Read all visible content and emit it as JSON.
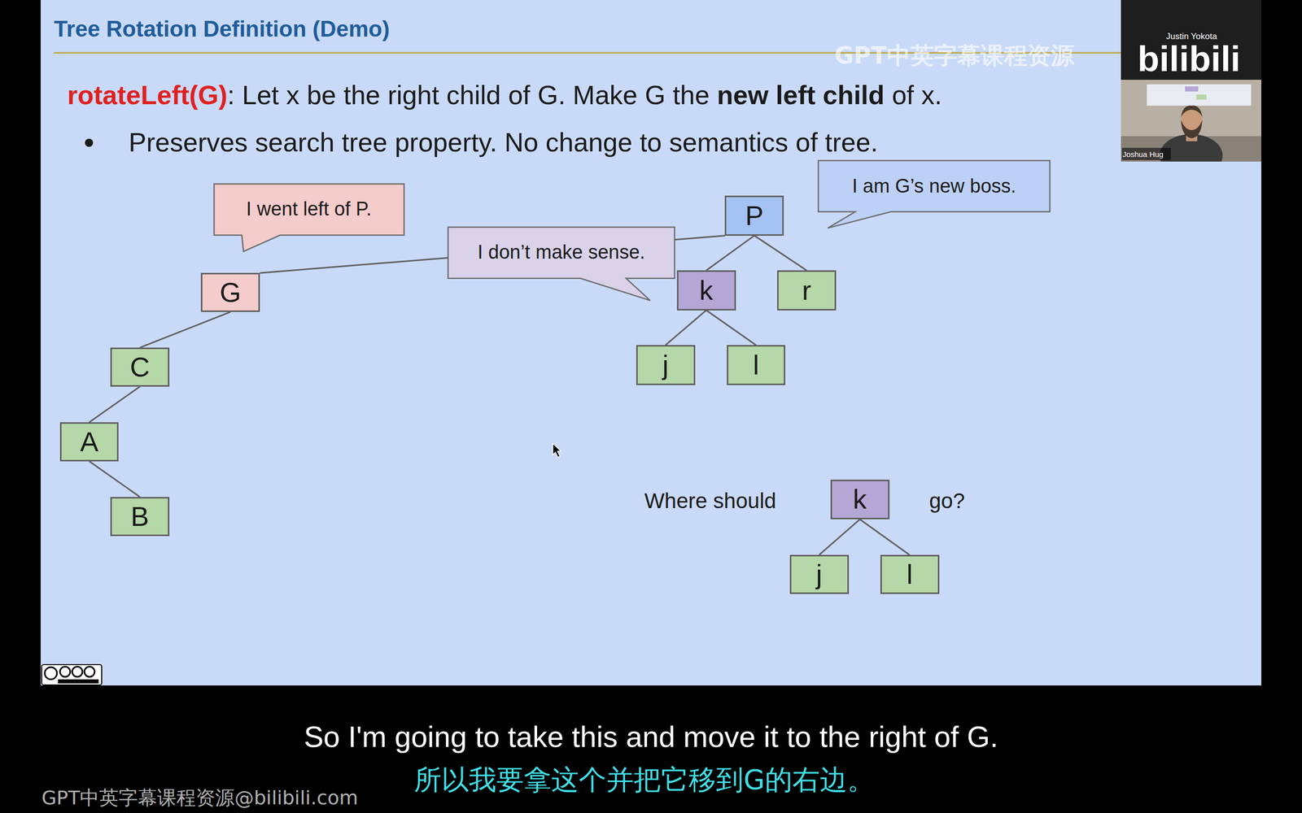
{
  "diagram": {
    "title": "Tree Rotation Definition (Demo)",
    "nodes": [
      {
        "text": [
          "I went left of P."
        ]
      },
      {
        "text": [
          "I am G’s new boss."
        ]
      },
      {
        "text": [
          "P"
        ]
      },
      {
        "text": [
          "I don’t make sense."
        ]
      },
      {
        "text": [
          "G"
        ]
      },
      {
        "text": [
          "k"
        ]
      },
      {
        "text": [
          "r"
        ]
      },
      {
        "text": [
          "C"
        ]
      },
      {
        "text": [
          "j"
        ]
      },
      {
        "text": [
          "l"
        ]
      },
      {
        "text": [
          "A"
        ]
      },
      {
        "text": [
          "k"
        ]
      },
      {
        "text": [
          "B"
        ]
      },
      {
        "text": [
          "j"
        ]
      },
      {
        "text": [
          "l"
        ]
      }
    ],
    "edges": [
      {
        "from": 2,
        "to": 4,
        "arrow": "none"
      },
      {
        "from": 2,
        "to": 5,
        "arrow": "none"
      },
      {
        "from": 2,
        "to": 6,
        "arrow": "none"
      },
      {
        "from": 4,
        "to": 7,
        "arrow": "none"
      },
      {
        "from": 5,
        "to": 8,
        "arrow": "none"
      },
      {
        "from": 5,
        "to": 9,
        "arrow": "none"
      },
      {
        "from": 7,
        "to": 10,
        "arrow": "none"
      },
      {
        "from": 10,
        "to": 12,
        "arrow": "none"
      },
      {
        "from": 11,
        "to": 13,
        "arrow": "none"
      },
      {
        "from": 11,
        "to": 14,
        "arrow": "none"
      }
    ],
    "labels": [
      "rotateLeft(G)",
      ": Let x be the right child of G. Make G the",
      "new left child",
      "of x.",
      "Preserves search tree property. No change to semantics of tree.",
      "Where should",
      "go?",
      "GPT中英字幕课程资源",
      "bilibili",
      "Justin Yokota",
      "Joshua Hug",
      "So I'm going to take this and move it to the right of G.",
      "所以我要拿这个并把它移到G的右边。",
      "GPT中英字幕课程资源@bilibili.com"
    ]
  }
}
